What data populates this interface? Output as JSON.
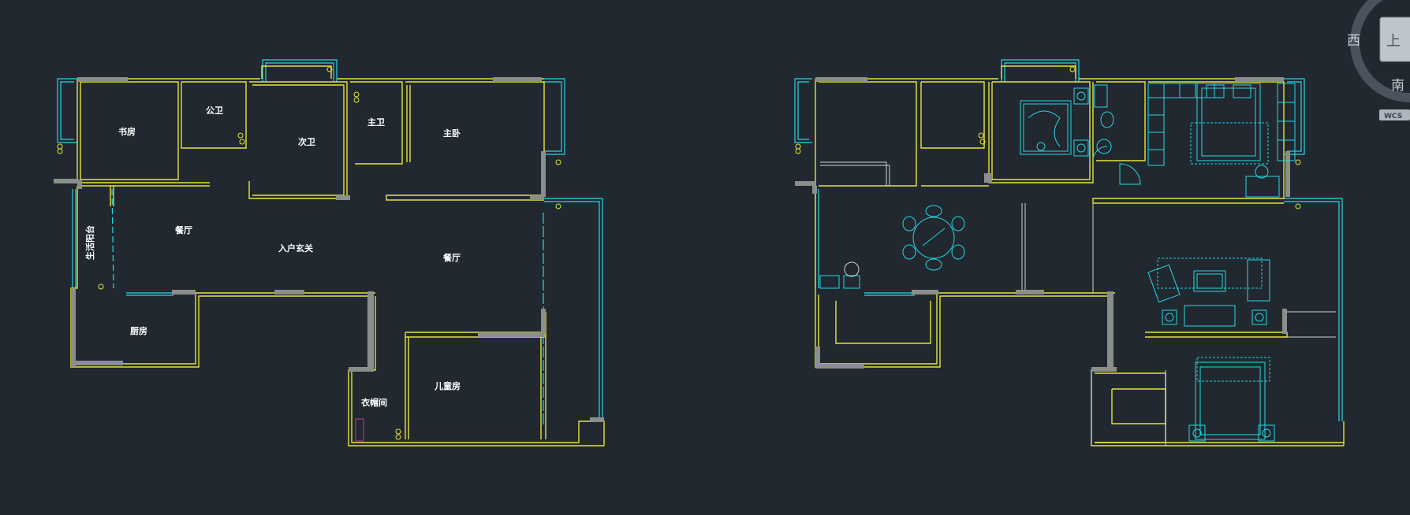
{
  "colors": {
    "background": "#212830",
    "wall_outline": "#e6e43a",
    "window_line": "#25d8e2",
    "wall_fill": "#8b8f8b",
    "furniture": "#25d8e2",
    "white_line": "#cfd3d8"
  },
  "plan_left": {
    "rooms": [
      {
        "label": "书房"
      },
      {
        "label": "公卫"
      },
      {
        "label": "次卫"
      },
      {
        "label": "主卫"
      },
      {
        "label": "主卧"
      },
      {
        "label": "生活阳台"
      },
      {
        "label": "餐厅"
      },
      {
        "label": "入户玄关"
      },
      {
        "label": "餐厅"
      },
      {
        "label": "厨房"
      },
      {
        "label": "衣帽间"
      },
      {
        "label": "儿童房"
      }
    ]
  },
  "viewcube": {
    "west": "西",
    "south": "南",
    "wcs": "WCS",
    "face_top": "上"
  }
}
